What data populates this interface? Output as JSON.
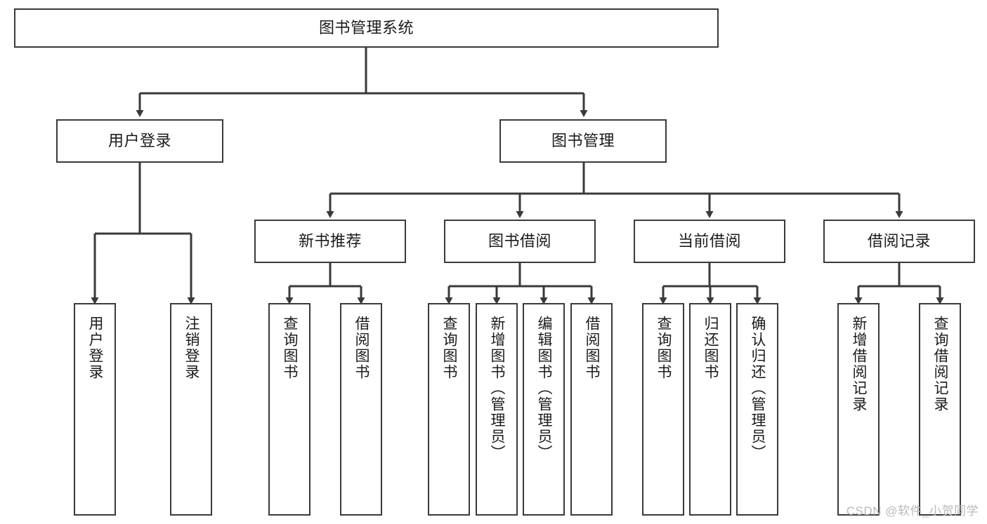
{
  "diagram": {
    "type": "tree-hierarchy",
    "title": "图书管理系统",
    "root": {
      "id": "root",
      "label": "图书管理系统"
    },
    "level2": [
      {
        "id": "user-login",
        "label": "用户登录"
      },
      {
        "id": "book-manage",
        "label": "图书管理"
      }
    ],
    "level3": [
      {
        "id": "new-book-rec",
        "label": "新书推荐",
        "parent": "book-manage"
      },
      {
        "id": "book-borrow",
        "label": "图书借阅",
        "parent": "book-manage"
      },
      {
        "id": "current-borrow",
        "label": "当前借阅",
        "parent": "book-manage"
      },
      {
        "id": "borrow-record",
        "label": "借阅记录",
        "parent": "book-manage"
      }
    ],
    "leaves": [
      {
        "id": "leaf-user-login",
        "label": "用户登录",
        "parent": "user-login"
      },
      {
        "id": "leaf-logout",
        "label": "注销登录",
        "parent": "user-login"
      },
      {
        "id": "leaf-query-book-1",
        "label": "查询图书",
        "parent": "new-book-rec"
      },
      {
        "id": "leaf-borrow-book-1",
        "label": "借阅图书",
        "parent": "new-book-rec"
      },
      {
        "id": "leaf-query-book-2",
        "label": "查询图书",
        "parent": "book-borrow"
      },
      {
        "id": "leaf-add-book",
        "label": "新增图书（管理员）",
        "parent": "book-borrow"
      },
      {
        "id": "leaf-edit-book",
        "label": "编辑图书（管理员）",
        "parent": "book-borrow"
      },
      {
        "id": "leaf-borrow-book-2",
        "label": "借阅图书",
        "parent": "book-borrow"
      },
      {
        "id": "leaf-query-book-3",
        "label": "查询图书",
        "parent": "current-borrow"
      },
      {
        "id": "leaf-return-book",
        "label": "归还图书",
        "parent": "current-borrow"
      },
      {
        "id": "leaf-confirm-return",
        "label": "确认归还（管理员）",
        "parent": "current-borrow"
      },
      {
        "id": "leaf-add-record",
        "label": "新增借阅记录",
        "parent": "borrow-record"
      },
      {
        "id": "leaf-query-record",
        "label": "查询借阅记录",
        "parent": "borrow-record"
      }
    ],
    "colors": {
      "stroke": "#3a3a3a",
      "fill": "#ffffff",
      "text": "#1b1b1b",
      "watermark": "#b9b9b9"
    }
  },
  "watermark": {
    "text": "CSDN @软件_小贺同学"
  }
}
